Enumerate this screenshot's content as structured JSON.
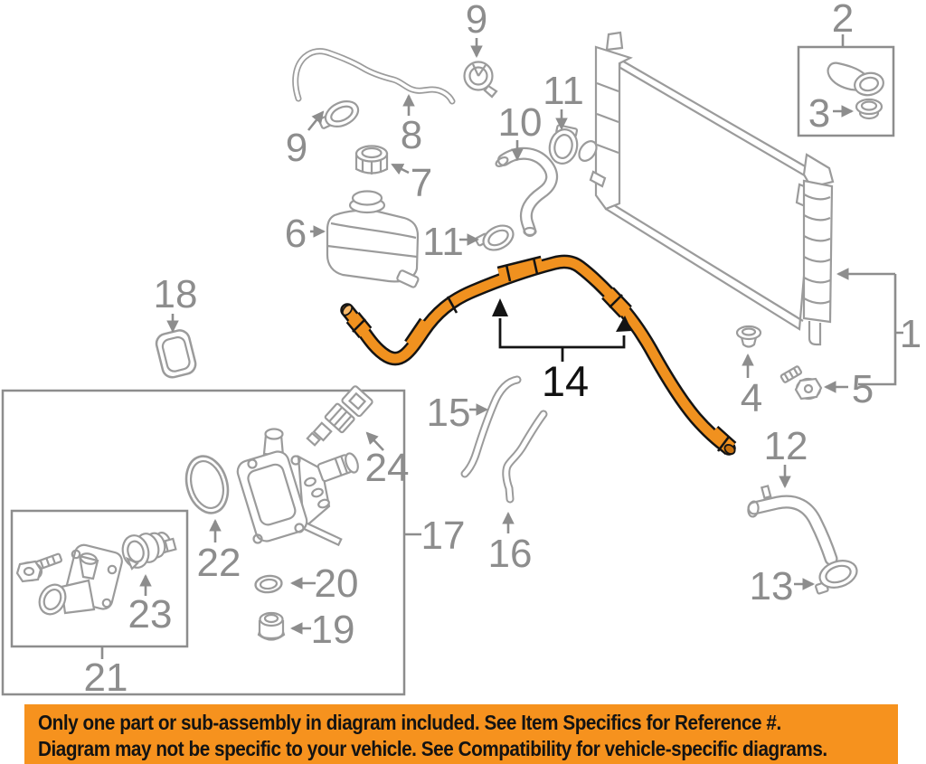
{
  "banner": {
    "line1": "Only one part or sub-assembly in diagram included. See Item Specifics for Reference #.",
    "line2": "Diagram may not be specific to your vehicle. See Compatibility for vehicle-specific diagrams.",
    "background_color": "#F6921E",
    "text_color": "#131313"
  },
  "diagram": {
    "type": "exploded-parts-diagram",
    "subject": "radiator-and-hoses",
    "line_color": "#9B9B9B",
    "label_color": "#8D8D8D",
    "highlight_color": "#F0911F",
    "highlighted_callout": "14",
    "callouts": {
      "c1": "1",
      "c2": "2",
      "c3": "3",
      "c4": "4",
      "c5": "5",
      "c6": "6",
      "c7": "7",
      "c8": "8",
      "c9_top": "9",
      "c9_left": "9",
      "c10": "10",
      "c11_top": "11",
      "c11_left": "11",
      "c12": "12",
      "c13": "13",
      "c14": "14",
      "c15": "15",
      "c16": "16",
      "c17": "17",
      "c18": "18",
      "c19": "19",
      "c20": "20",
      "c21": "21",
      "c22": "22",
      "c23": "23",
      "c24": "24"
    }
  }
}
